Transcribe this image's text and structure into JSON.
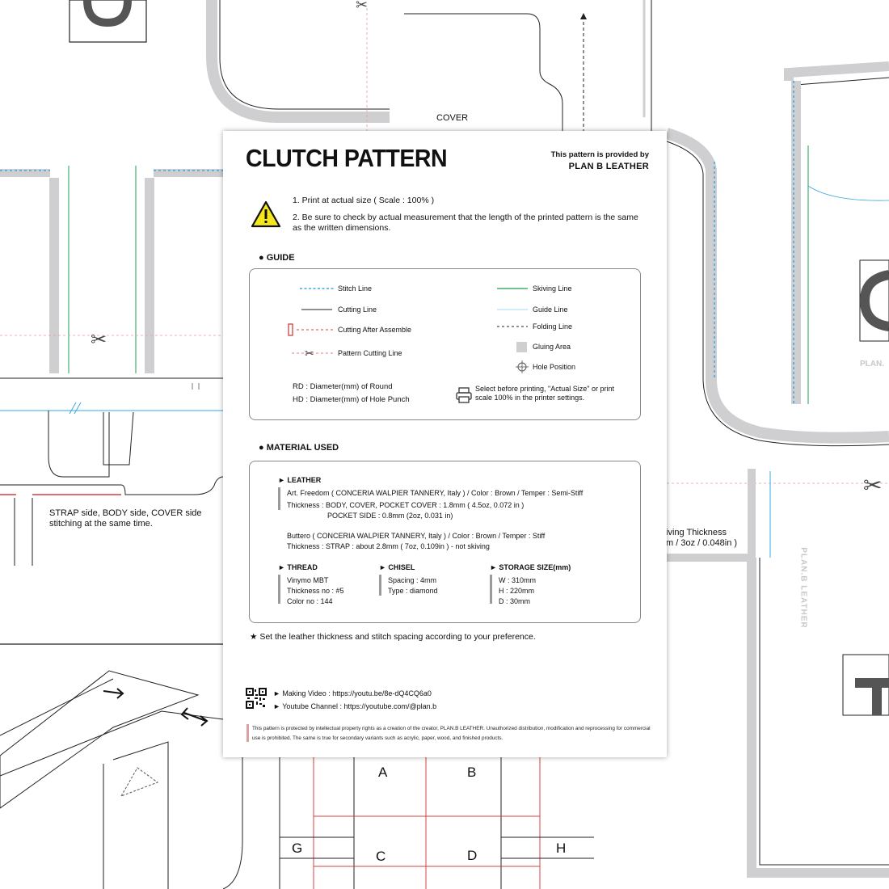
{
  "background": {
    "cover_label": "COVER",
    "strap_note": "STRAP side, BODY side, COVER side stitching at the same time.",
    "skiving_note_1": "iving Thickness",
    "skiving_note_2": "m / 3oz / 0.048in )",
    "brand_vertical": "PLAN.B LEATHER",
    "brand_faint": "PLAN.",
    "grid_letters": [
      "A",
      "B",
      "G",
      "C",
      "D",
      "H"
    ]
  },
  "header": {
    "title": "CLUTCH PATTERN",
    "provided_by": "This pattern is provided by",
    "brand": "PLAN B LEATHER"
  },
  "instructions": [
    "1. Print at actual size ( Scale : 100% )",
    "2. Be sure to check by actual measurement that the length of the printed pattern is the same as the written dimensions."
  ],
  "guide": {
    "title": "● GUIDE",
    "left_items": [
      "Stitch Line",
      "Cutting Line",
      "Cutting After Assemble",
      "Pattern Cutting Line"
    ],
    "right_items": [
      "Skiving Line",
      "Guide Line",
      "Folding Line",
      "Gluing Area",
      "Hole Position"
    ],
    "rd_note": "RD : Diameter(mm) of Round",
    "hd_note": "HD : Diameter(mm) of Hole Punch",
    "print_note": "Select before printing, \"Actual Size\" or print scale 100% in the printer settings.",
    "colors": {
      "stitch": "#3aa8e0",
      "skiving": "#1e9e55",
      "guide": "#9fd8f0",
      "cut_after": "#d04040",
      "gluing": "#cfcfd2"
    }
  },
  "material": {
    "title": "● MATERIAL USED",
    "leather_head": "► LEATHER",
    "leather_lines": [
      "Art. Freedom ( CONCERIA WALPIER TANNERY, Italy ) / Color : Brown / Temper : Semi-Stiff",
      "Thickness : BODY, COVER, POCKET COVER : 1.8mm ( 4.5oz, 0.072 in )",
      "POCKET SIDE : 0.8mm (2oz, 0.031 in)",
      "Buttero ( CONCERIA WALPIER TANNERY, Italy ) / Color : Brown / Temper : Stiff",
      "Thickness : STRAP : about 2.8mm ( 7oz, 0.109in ) - not skiving"
    ],
    "thread_head": "► THREAD",
    "thread_lines": [
      "Vinymo MBT",
      "Thickness no : #5",
      "Color no : 144"
    ],
    "chisel_head": "► CHISEL",
    "chisel_lines": [
      "Spacing : 4mm",
      "Type : diamond"
    ],
    "storage_head": "► STORAGE SIZE(mm)",
    "storage_lines": [
      "W : 310mm",
      "H : 220mm",
      "D : 30mm"
    ]
  },
  "preference_note": "★ Set the leather thickness and stitch spacing according to your preference.",
  "links": [
    "► Making Video : https://youtu.be/8e-dQ4CQ6a0",
    "► Youtube Channel : https://youtube.com/@plan.b"
  ],
  "legal": "This pattern is protected by intellectual property rights as a creation of the creator, PLAN.B LEATHER. Unauthorized distribution, modification and reprocessing for commercial use is prohibited. The same is true for secondary variants such as acrylic, paper, wood, and finished products."
}
